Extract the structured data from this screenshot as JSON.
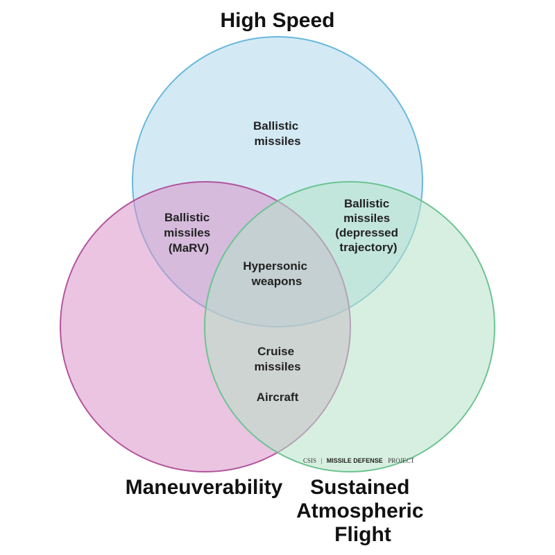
{
  "diagram": {
    "sets": [
      {
        "name": "high-speed",
        "label": [
          "High Speed"
        ],
        "fill": "#aed9ec",
        "stroke": "#69b7dc"
      },
      {
        "name": "maneuverability",
        "label": [
          "Maneuverability"
        ],
        "fill": "#d893c8",
        "stroke": "#b2549c"
      },
      {
        "name": "sustained-atmospheric-flight",
        "label": [
          "Sustained",
          "Atmospheric",
          "Flight"
        ],
        "fill": "#b6e1c6",
        "stroke": "#6cc391"
      }
    ],
    "regions": [
      {
        "name": "high-speed-only",
        "lines": [
          "Ballistic",
          "missiles"
        ]
      },
      {
        "name": "high-speed-maneuverability",
        "lines": [
          "Ballistic",
          "missiles",
          "(MaRV)"
        ]
      },
      {
        "name": "high-speed-sustained-flight",
        "lines": [
          "Ballistic",
          "missiles",
          "(depressed",
          "trajectory)"
        ]
      },
      {
        "name": "all-three",
        "lines": [
          "Hypersonic",
          "weapons"
        ]
      },
      {
        "name": "maneuverability-sustained-flight-cruise",
        "lines": [
          "Cruise",
          "missiles"
        ]
      },
      {
        "name": "maneuverability-sustained-flight-aircraft",
        "lines": [
          "Aircraft"
        ]
      }
    ],
    "logo": {
      "org": "CSIS",
      "separator": "|",
      "project_bold": "MISSILE DEFENSE",
      "project_rest": "PROJECT"
    }
  }
}
